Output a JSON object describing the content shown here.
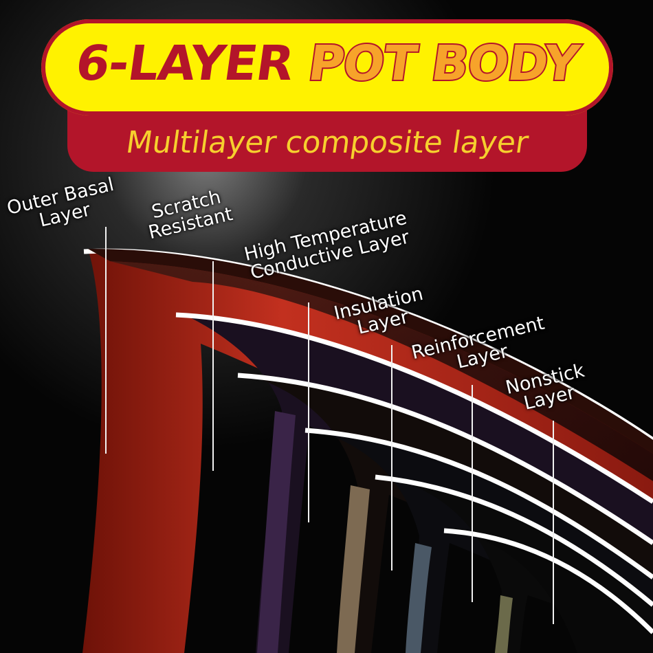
{
  "header": {
    "title_part1": "6-LAYER",
    "title_part2": "POT BODY",
    "subtitle": "Multilayer composite layer"
  },
  "layers": [
    {
      "line1": "Outer Basal",
      "line2": "Layer"
    },
    {
      "line1": "Scratch",
      "line2": "Resistant"
    },
    {
      "line1": "High Temperature",
      "line2": "Conductive Layer"
    },
    {
      "line1": "Insulation",
      "line2": "Layer"
    },
    {
      "line1": "Reinforcement",
      "line2": "Layer"
    },
    {
      "line1": "Nonstick",
      "line2": "Layer"
    }
  ],
  "colors": {
    "banner_yellow": "#fff200",
    "banner_red": "#b3152a",
    "title_orange": "#f7a32a",
    "subtitle_yellow": "#f6d02e",
    "outer_layer_red": "#c2301f",
    "scratch_layer_purple": "#3a2448",
    "conductive_layer_tan": "#7d6a52",
    "insulation_layer_slate": "#4a5866",
    "reinforcement_layer_olive": "#6b6a4a"
  }
}
